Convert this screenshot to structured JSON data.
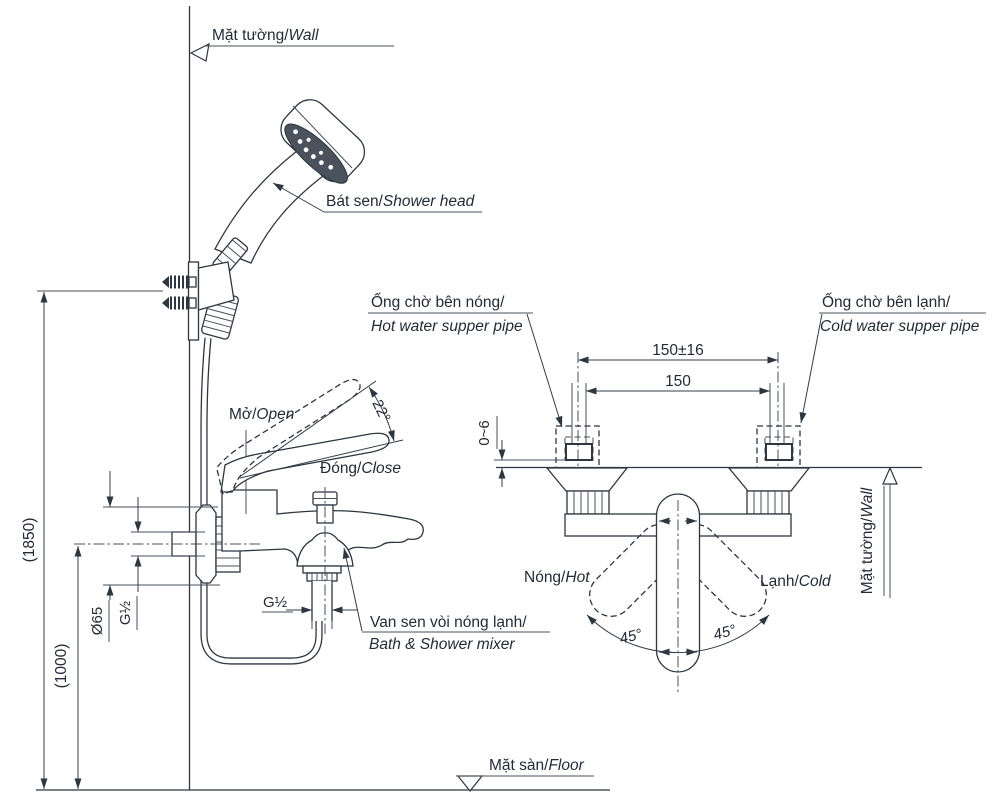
{
  "drawing": {
    "labels": {
      "wall_side": {
        "vi": "Mặt tường/",
        "en": "Wall"
      },
      "shower_head": {
        "vi": "Bát sen/",
        "en": "Shower head"
      },
      "open": {
        "vi": "Mở/",
        "en": "Open"
      },
      "close": {
        "vi": "Đóng/",
        "en": "Close"
      },
      "mixer": {
        "vi": "Van sen vòi nóng lạnh/",
        "en": "Bath & Shower mixer"
      },
      "floor": {
        "vi": "Mặt sàn/",
        "en": "Floor"
      },
      "hot_supply": {
        "vi": "Ống chờ bên nóng/",
        "en": "Hot water supper pipe"
      },
      "cold_supply": {
        "vi": "Ống chờ bên lạnh/",
        "en": "Cold water supper pipe"
      },
      "hot": {
        "vi": "Nóng/",
        "en": "Hot"
      },
      "cold": {
        "vi": "Lạnh/",
        "en": "Cold"
      },
      "wall_front": {
        "vi": "Mặt tường/",
        "en": "Wall"
      }
    },
    "dimensions": {
      "shower_height": "(1850)",
      "mixer_height": "(1000)",
      "escutcheon_diameter": "Ø65",
      "wall_thread": "G½",
      "outlet_thread": "G½",
      "pipe_spacing_tolerance": "150±16",
      "pipe_spacing": "150",
      "wall_gap": "0~6",
      "open_angle": "22°",
      "swing_left": "45°",
      "swing_right": "45°"
    },
    "colors": {
      "line": "#2e3640",
      "text": "#232b36",
      "background": "#ffffff",
      "shower_face": "#4a525d"
    }
  }
}
